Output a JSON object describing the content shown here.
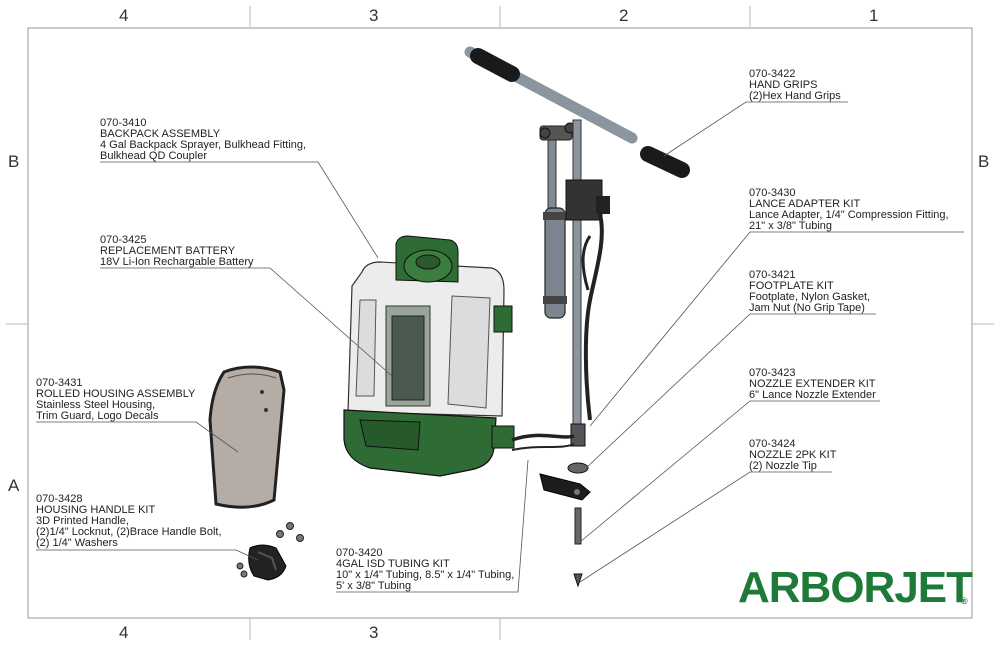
{
  "grid": {
    "top_cols": [
      "4",
      "3",
      "2",
      "1"
    ],
    "bottom_cols": [
      "4",
      "3"
    ],
    "rows": [
      "B",
      "A"
    ]
  },
  "callouts": [
    {
      "id": "backpack-assembly",
      "lines": [
        "070-3410",
        "BACKPACK ASSEMBLY",
        "4 Gal Backpack Sprayer, Bulkhead Fitting,",
        "Bulkhead QD Coupler"
      ]
    },
    {
      "id": "replacement-battery",
      "lines": [
        "070-3425",
        "REPLACEMENT BATTERY",
        "18V Li-Ion Rechargable Battery"
      ]
    },
    {
      "id": "rolled-housing",
      "lines": [
        "070-3431",
        "ROLLED HOUSING ASSEMBLY",
        "Stainless Steel Housing,",
        "Trim Guard, Logo Decals"
      ]
    },
    {
      "id": "housing-handle",
      "lines": [
        "070-3428",
        "HOUSING HANDLE KIT",
        "3D Printed Handle,",
        "(2)1/4\" Locknut, (2)Brace Handle Bolt,",
        "(2) 1/4\" Washers"
      ]
    },
    {
      "id": "tubing-kit",
      "lines": [
        "070-3420",
        "4GAL ISD TUBING KIT",
        "10\" x 1/4\" Tubing, 8.5\" x 1/4\" Tubing,",
        "5' x 3/8\" Tubing"
      ]
    },
    {
      "id": "hand-grips",
      "lines": [
        "070-3422",
        "HAND GRIPS",
        "(2)Hex Hand Grips"
      ]
    },
    {
      "id": "lance-adapter",
      "lines": [
        "070-3430",
        "LANCE ADAPTER KIT",
        "Lance Adapter, 1/4\" Compression Fitting,",
        "21\" x 3/8\" Tubing"
      ]
    },
    {
      "id": "footplate",
      "lines": [
        "070-3421",
        "FOOTPLATE KIT",
        "Footplate, Nylon Gasket,",
        "Jam Nut (No Grip Tape)"
      ]
    },
    {
      "id": "nozzle-extender",
      "lines": [
        "070-3423",
        "NOZZLE EXTENDER KIT",
        "6\" Lance Nozzle Extender"
      ]
    },
    {
      "id": "nozzle-2pk",
      "lines": [
        "070-3424",
        "NOZZLE  2PK KIT",
        "(2) Nozzle Tip"
      ]
    }
  ],
  "logo": {
    "text": "ARBORJET",
    "mark": "®"
  },
  "colors": {
    "brand_green": "#1f7a3a",
    "tank_green": "#2f6b34",
    "line": "#555555"
  }
}
